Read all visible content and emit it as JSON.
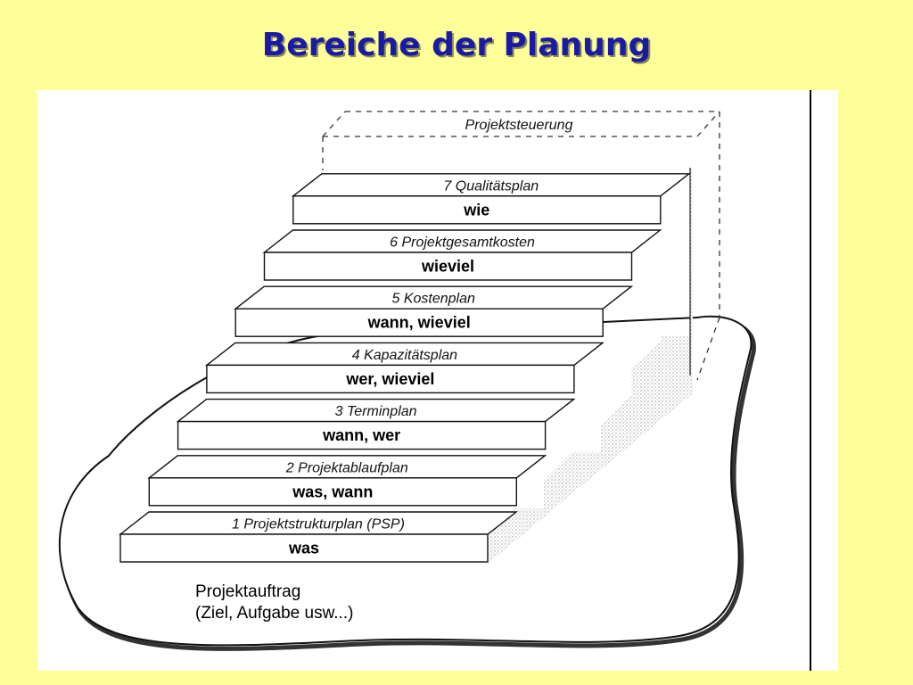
{
  "title": "Bereiche der Planung",
  "diagram": {
    "top_box": "Projektsteuerung",
    "steps": [
      {
        "label": "1 Projektstrukturplan (PSP)",
        "question": "was"
      },
      {
        "label": "2 Projektablaufplan",
        "question": "was, wann"
      },
      {
        "label": "3 Terminplan",
        "question": "wann, wer"
      },
      {
        "label": "4 Kapazitätsplan",
        "question": "wer, wieviel"
      },
      {
        "label": "5 Kostenplan",
        "question": "wann, wieviel"
      },
      {
        "label": "6 Projektgesamtkosten",
        "question": "wieviel"
      },
      {
        "label": "7 Qualitätsplan",
        "question": "wie"
      }
    ],
    "base_line1": "Projektauftrag",
    "base_line2": "(Ziel, Aufgabe usw...)"
  }
}
